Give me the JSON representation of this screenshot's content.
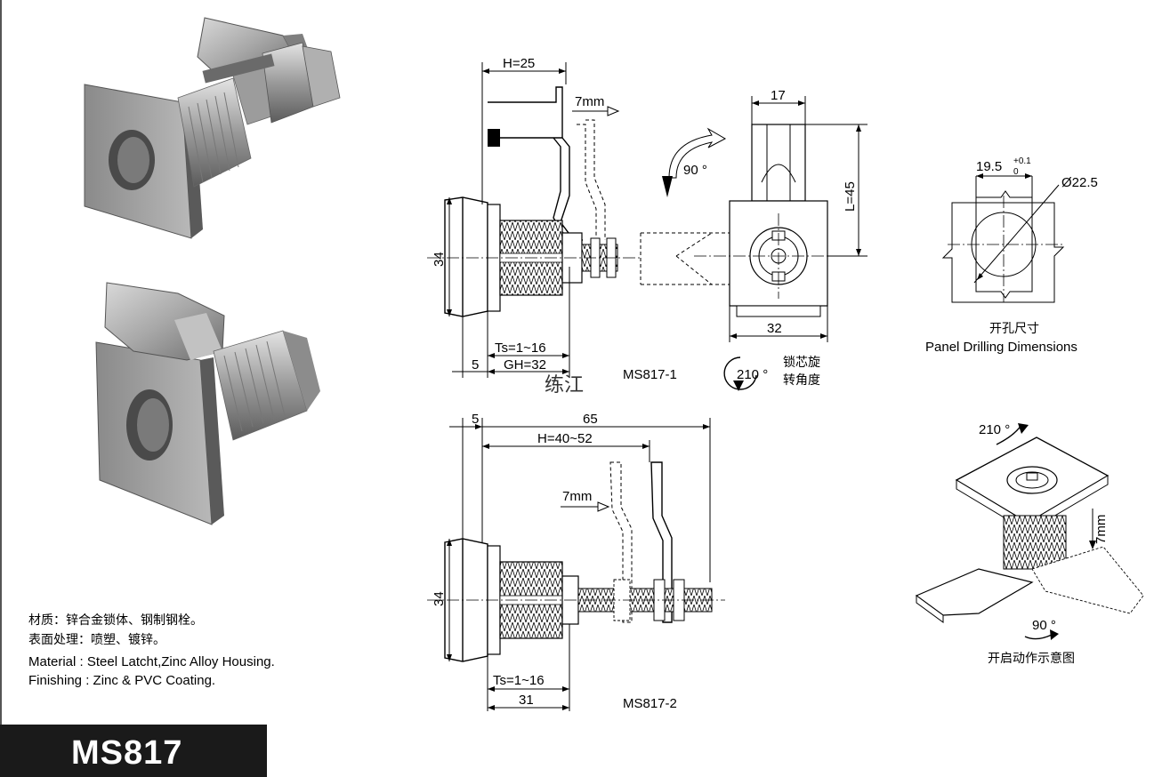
{
  "model": "MS817",
  "watermark": "练江",
  "specs": {
    "material_zh": "材质：锌合金锁体、钢制钢栓。",
    "finish_zh": "表面处理：喷塑、镀锌。",
    "material_en": "Material : Steel Latcht,Zinc Alloy Housing.",
    "finish_en": "Finishing :  Zinc & PVC Coating."
  },
  "view1": {
    "h": "H=25",
    "stroke": "7mm",
    "height": "34",
    "ts": "Ts=1~16",
    "gh": "GH=32",
    "flange": "5",
    "caption": "MS817-1"
  },
  "front": {
    "width_top": "17",
    "length": "L=45",
    "width_bottom": "32",
    "turn": "90 °",
    "rot": "210 °",
    "rot_label_1": "锁芯旋",
    "rot_label_2": "转角度"
  },
  "drill": {
    "width": "19.5",
    "tol_plus": "+0.1",
    "tol_zero": "0",
    "dia": "Ø22.5",
    "title_zh": "开孔尺寸",
    "title_en": "Panel Drilling Dimensions"
  },
  "view2": {
    "flange": "5",
    "overall": "65",
    "h": "H=40~52",
    "stroke": "7mm",
    "height": "34",
    "ts": "Ts=1~16",
    "body": "31",
    "caption": "MS817-2"
  },
  "iso": {
    "rot": "210 °",
    "stroke": "7mm",
    "turn": "90 °",
    "caption": "开启动作示意图"
  }
}
